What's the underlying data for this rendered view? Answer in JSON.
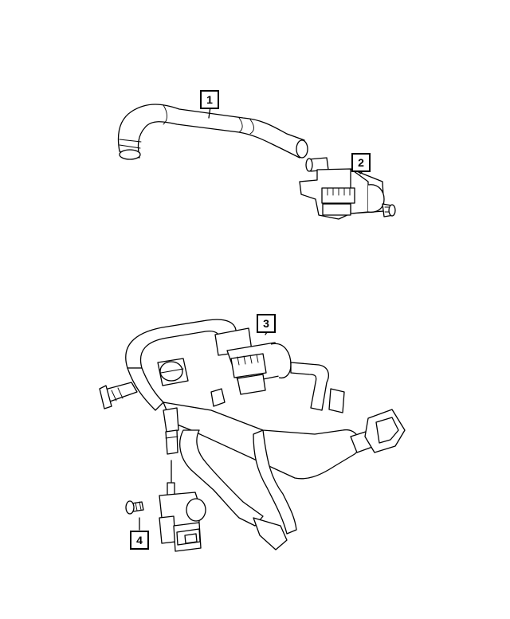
{
  "callouts": [
    {
      "label": "1",
      "part": "hose"
    },
    {
      "label": "2",
      "part": "purge-valve"
    },
    {
      "label": "3",
      "part": "hose-harness-assembly"
    },
    {
      "label": "4",
      "part": "solenoid"
    }
  ],
  "colors": {
    "line": "#000000",
    "background": "#ffffff"
  }
}
